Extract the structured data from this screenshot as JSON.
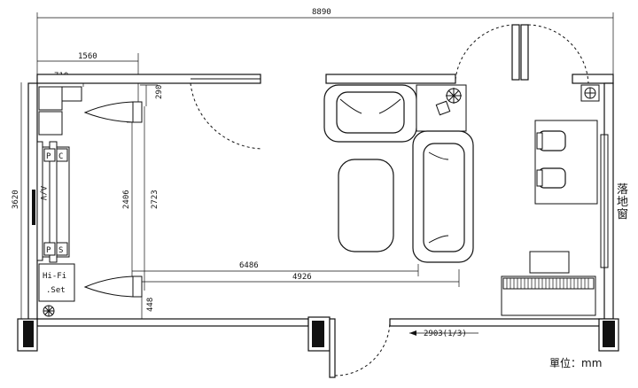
{
  "dimensions": {
    "overall_width": "8890",
    "left_offset": "1560",
    "cabinet_width": "710",
    "top_gap": "290",
    "room_depth": "3620",
    "speaker_inner": "2406",
    "speaker_outer": "2723",
    "listening_distance": "6486",
    "screen_distance": "4926",
    "bottom_gap": "448",
    "third_mark": "2903(1/3)"
  },
  "labels": {
    "hifi_line1": "Hi-Fi",
    "hifi_line2": ".Set",
    "av_unit": "A/V",
    "p_left": "P",
    "c_center": "C",
    "p_bottom": "P",
    "s_sub": "S",
    "window": "落地窗",
    "window_chars": [
      "落",
      "地",
      "窗"
    ],
    "unit": "單位：mm"
  }
}
